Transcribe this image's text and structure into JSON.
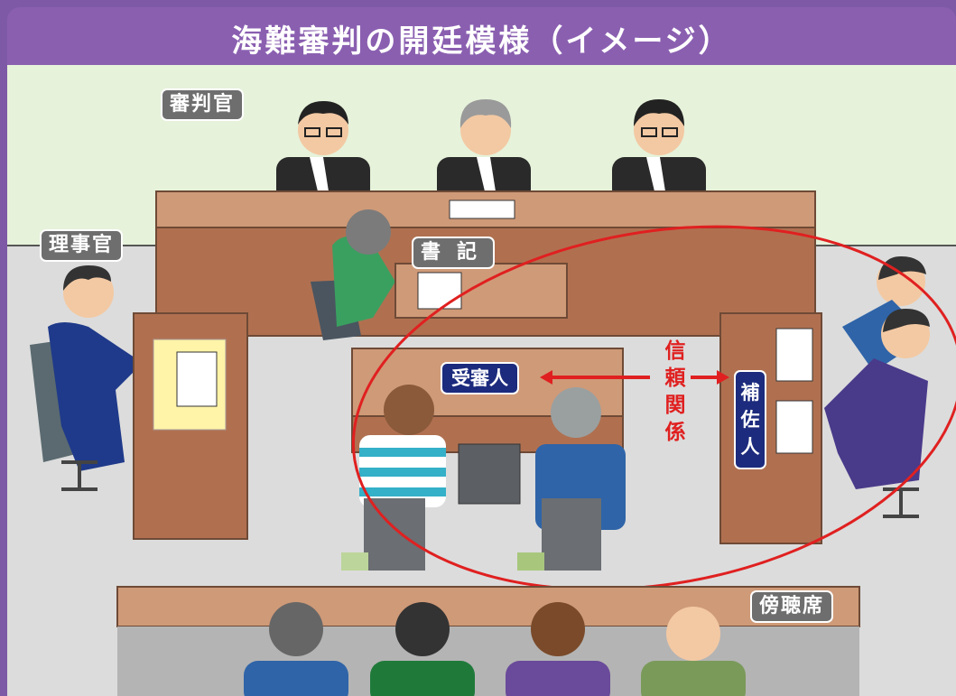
{
  "title": "海難審判の開廷模様（イメージ）",
  "labels": {
    "judges": "審判官",
    "examiner": "理事官",
    "clerk": "書記",
    "defendant": "受審人",
    "counsel": [
      "補",
      "佐",
      "人"
    ],
    "trust": [
      "信",
      "頼",
      "関",
      "係"
    ],
    "gallery": "傍聴席"
  },
  "colors": {
    "frame": "#8a5fb0",
    "wall": "#e3f0d8",
    "floor": "#dcdcdc",
    "desk_front": "#b07050",
    "desk_top": "#cf9a78",
    "label_gray": "#6e6e6e",
    "label_navy": "#1c2b7d",
    "highlight_red": "#e02020"
  }
}
